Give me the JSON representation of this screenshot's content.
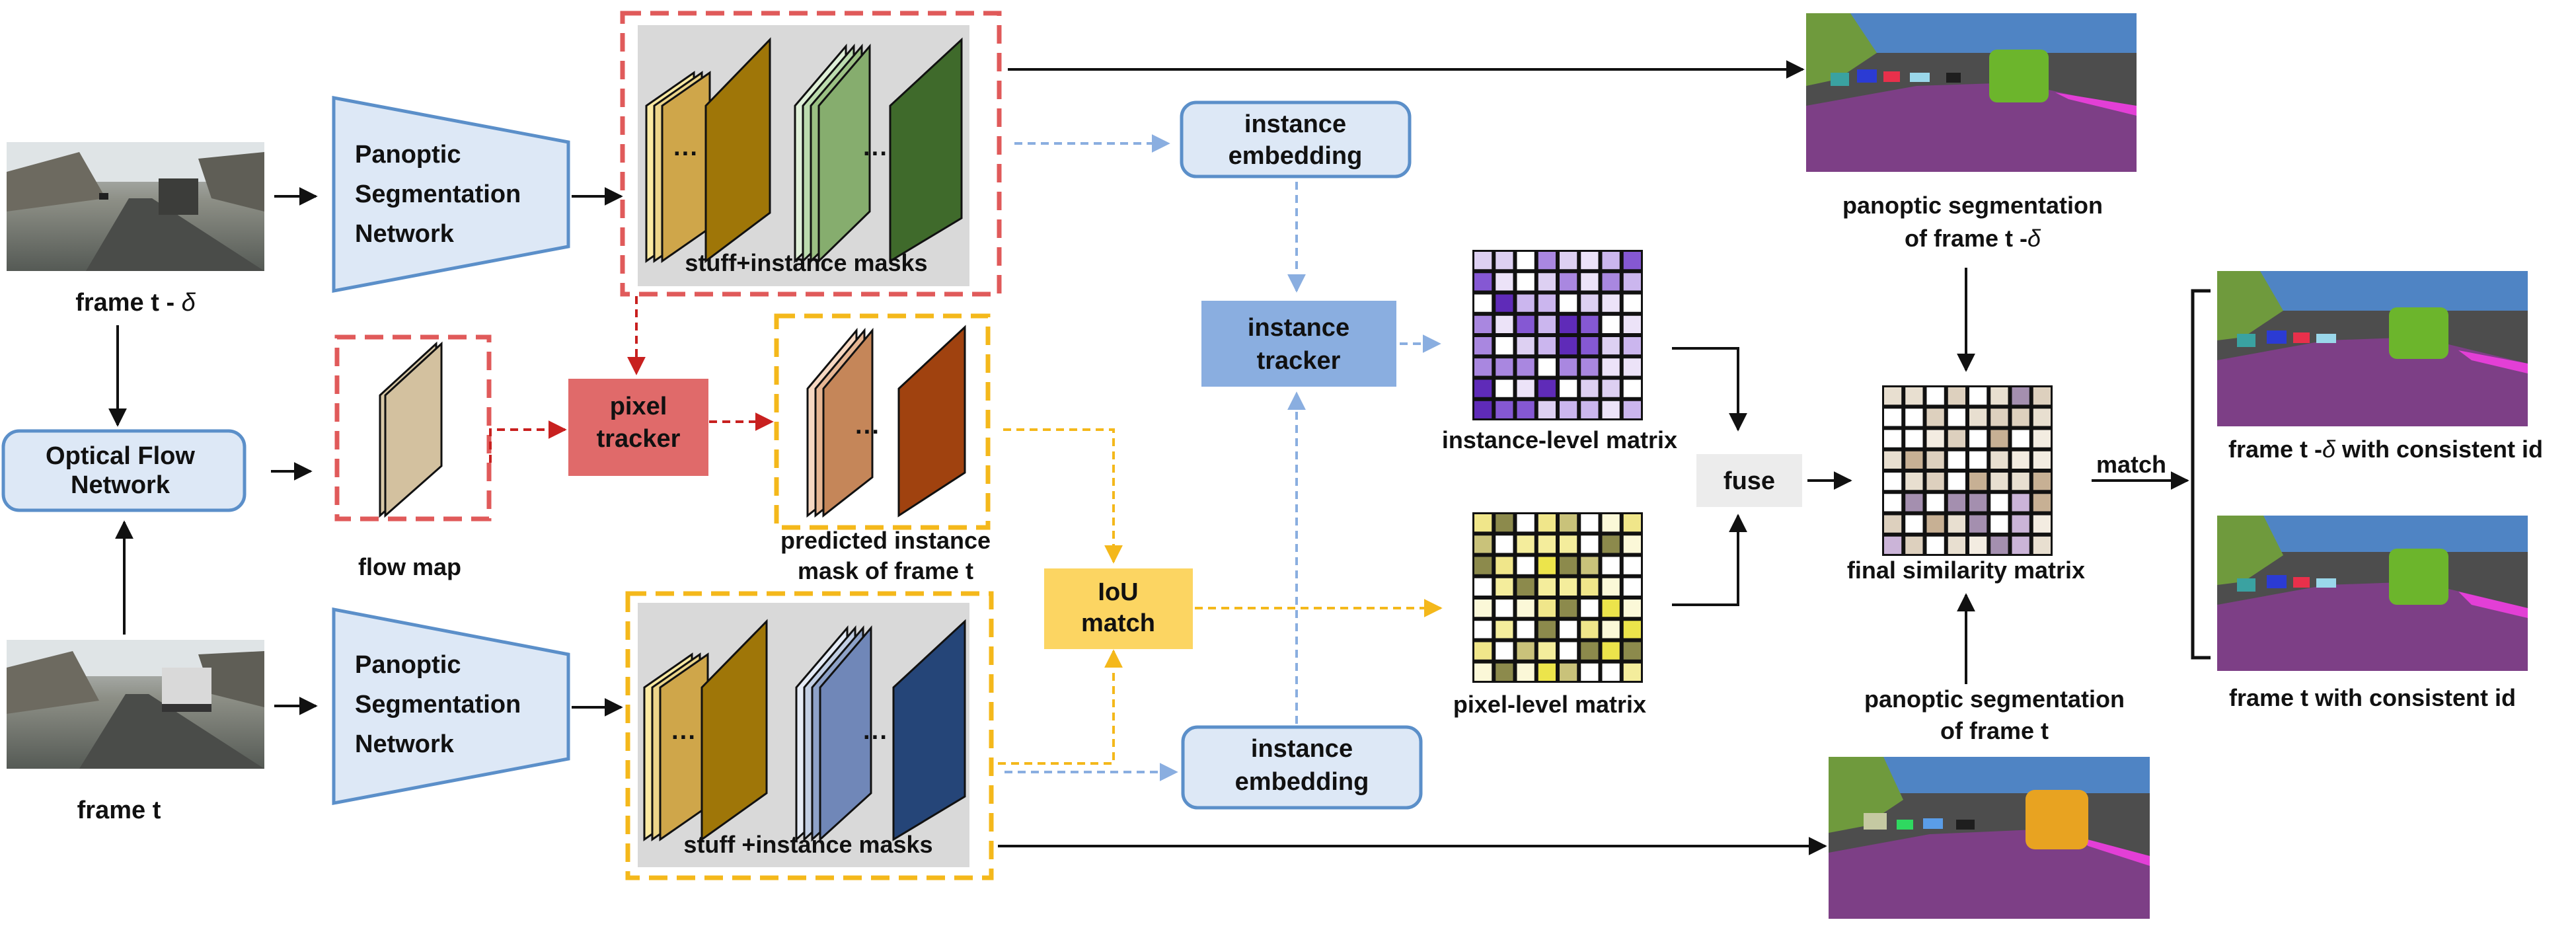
{
  "colors": {
    "network_fill": "#dde8f6",
    "network_stroke": "#5b8fc9",
    "red_dash": "#e05a5a",
    "yellow_dash": "#f4b81b",
    "blue_dash": "#8aaee0",
    "pixel_tracker": "#e06a6a",
    "iou_match": "#fcd562",
    "instance_tracker": "#8aaee0",
    "fuse": "#ececec",
    "road": "#7d3f86",
    "sky": "#4f84c4",
    "building": "#4d4d4d",
    "vegetation": "#6f9a3d",
    "sidewalk": "#e33fd6"
  },
  "frames": {
    "prev_label_main": "frame t - ",
    "delta": "δ",
    "curr_label": "frame t"
  },
  "networks": {
    "panoptic_line1": "Panoptic",
    "panoptic_line2": "Segmentation",
    "panoptic_line3": "Network",
    "optical_line1": "Optical Flow",
    "optical_line2": "Network"
  },
  "masks": {
    "top_caption": "stuff+instance masks",
    "bottom_caption": "stuff +instance masks",
    "dots": "···",
    "predicted_line1": "predicted instance",
    "predicted_line2": "mask of frame t",
    "flow_map": "flow map"
  },
  "modules": {
    "pixel_tracker_line1": "pixel",
    "pixel_tracker_line2": "tracker",
    "iou_line1": "IoU",
    "iou_line2": "match",
    "embedding_line1": "instance",
    "embedding_line2": "embedding",
    "tracker_line1": "instance",
    "tracker_line2": "tracker",
    "fuse": "fuse",
    "match": "match"
  },
  "matrices": {
    "instance_level": "instance-level matrix",
    "pixel_level": "pixel-level matrix",
    "final": "final similarity matrix"
  },
  "segmentation": {
    "prev_line1": "panoptic segmentation",
    "prev_line2": "of frame t -",
    "curr_line1": "panoptic segmentation",
    "curr_line2": "of frame t"
  },
  "outputs": {
    "prev_consistent": "frame t -",
    "prev_consistent_suffix": " with consistent id",
    "curr_consistent": "frame t with consistent id"
  }
}
